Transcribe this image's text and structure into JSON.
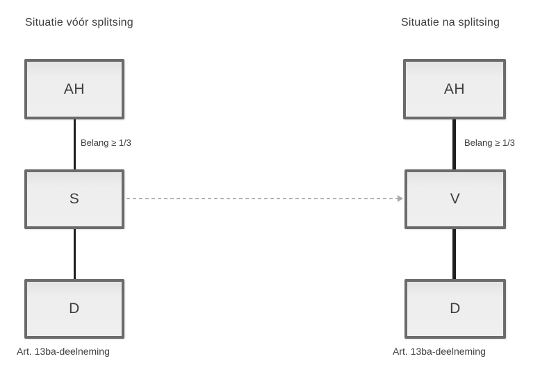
{
  "diagram": {
    "panels": [
      {
        "id": "before",
        "title": "Situatie vóór splitsing",
        "nodes": [
          {
            "label": "AH"
          },
          {
            "label": "S"
          },
          {
            "label": "D"
          }
        ],
        "edge_label": "Belang ≥ 1/3",
        "footer": "Art. 13ba-deelneming"
      },
      {
        "id": "after",
        "title": "Situatie na splitsing",
        "nodes": [
          {
            "label": "AH"
          },
          {
            "label": "V"
          },
          {
            "label": "D"
          }
        ],
        "edge_label": "Belang ≥ 1/3",
        "footer": "Art. 13ba-deelneming"
      }
    ],
    "arrow": {
      "from": "S",
      "to": "V",
      "style": "dashed"
    },
    "colors": {
      "box_fill": "#eeeeee",
      "box_border": "#6b6b6b",
      "connector": "#1f1f1f",
      "dashed_arrow": "#b3b3b3",
      "text": "#3f3f3f",
      "background": "#ffffff"
    }
  }
}
